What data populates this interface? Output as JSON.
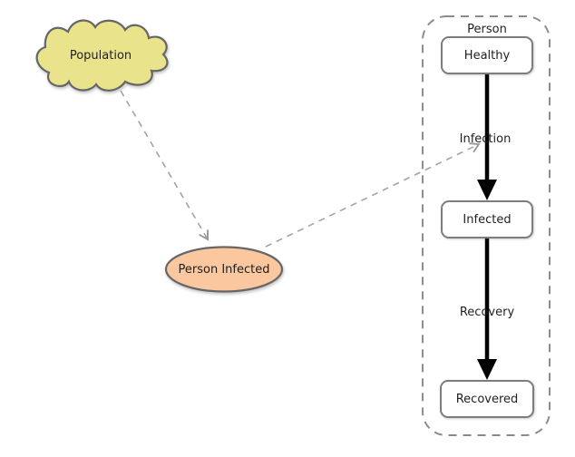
{
  "diagram": {
    "population": {
      "label": "Population",
      "fill": "#e9e48b"
    },
    "personInfected": {
      "label": "Person Infected",
      "fill": "#fac79e"
    },
    "personGroup": {
      "label": "Person"
    },
    "states": {
      "healthy": {
        "label": "Healthy"
      },
      "infected": {
        "label": "Infected"
      },
      "recovered": {
        "label": "Recovered"
      }
    },
    "transitions": {
      "infection": {
        "label": "Infection"
      },
      "recovery": {
        "label": "Recovery"
      }
    },
    "colors": {
      "cloudFill": "#e9e48b",
      "ellipseFill": "#fac79e",
      "nodeStroke": "#666666",
      "boxFill": "#ffffff",
      "boxStroke": "#7d7d7d",
      "groupStroke": "#8c8c8c",
      "dashedEdge": "#a3a3a3",
      "solidEdge": "#000000",
      "text": "#1f1f1f"
    }
  }
}
